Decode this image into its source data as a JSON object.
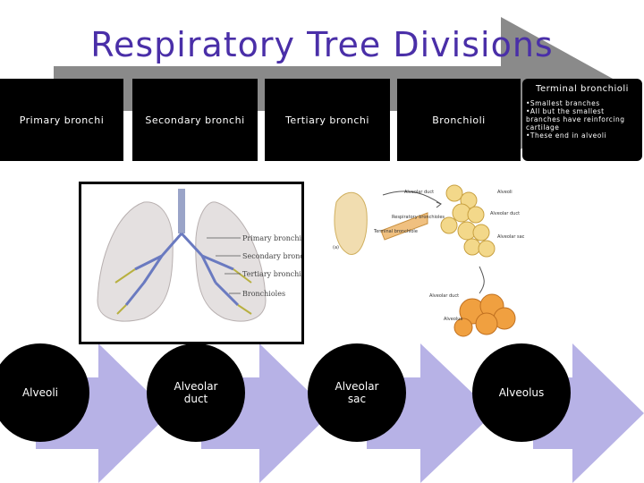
{
  "title": "Respiratory Tree Divisions",
  "top_blocks": [
    {
      "label": "Primary bronchi"
    },
    {
      "label": "Secondary bronchi"
    },
    {
      "label": "Tertiary bronchi"
    },
    {
      "label": "Bronchioli"
    }
  ],
  "terminal": {
    "title": "Terminal bronchioli",
    "notes": [
      "•Smallest branches",
      "•All but the smallest branches have reinforcing cartilage",
      "•These end in alveoli"
    ]
  },
  "bottom_ovals": [
    {
      "label": "Alveoli"
    },
    {
      "label": "Alveolar duct"
    },
    {
      "label": "Alveolar sac"
    },
    {
      "label": "Alveolus"
    }
  ],
  "lung_figure": {
    "labels": [
      "Primary bronchi",
      "Secondary bronchi",
      "Tertiary bronchi",
      "Bronchioles"
    ]
  },
  "alveoli_figure": {
    "labels": [
      "Alveolar duct",
      "Alveoli",
      "Respiratory bronchioles",
      "Terminal bronchiole",
      "Alveolar duct",
      "Alveolar sac",
      "(a)",
      "Alveolar duct",
      "Alveolus"
    ]
  },
  "colors": {
    "title": "#4a2fa8",
    "arrow": "#8a8a8a",
    "arrow_light": "#b7b2e6",
    "box": "#000000"
  }
}
